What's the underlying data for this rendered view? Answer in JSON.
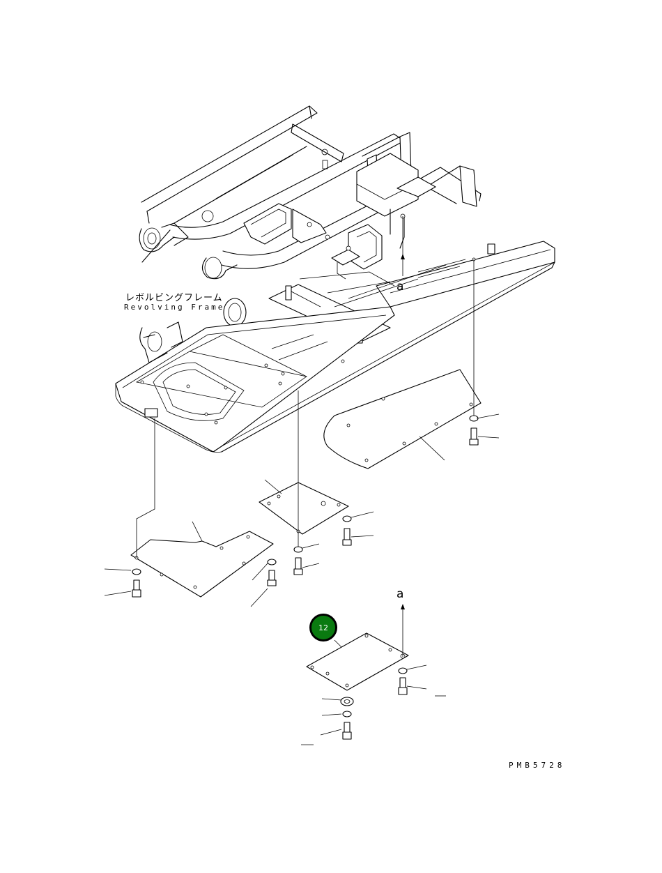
{
  "diagram": {
    "frame_label_jp": "レボルビングフレーム",
    "frame_label_en": "Revolving Frame",
    "view_marker_top": "a",
    "view_marker_bottom": "a",
    "callout_number": "12",
    "callout_color": "#0a7a10",
    "part_code": "PMB5728"
  }
}
